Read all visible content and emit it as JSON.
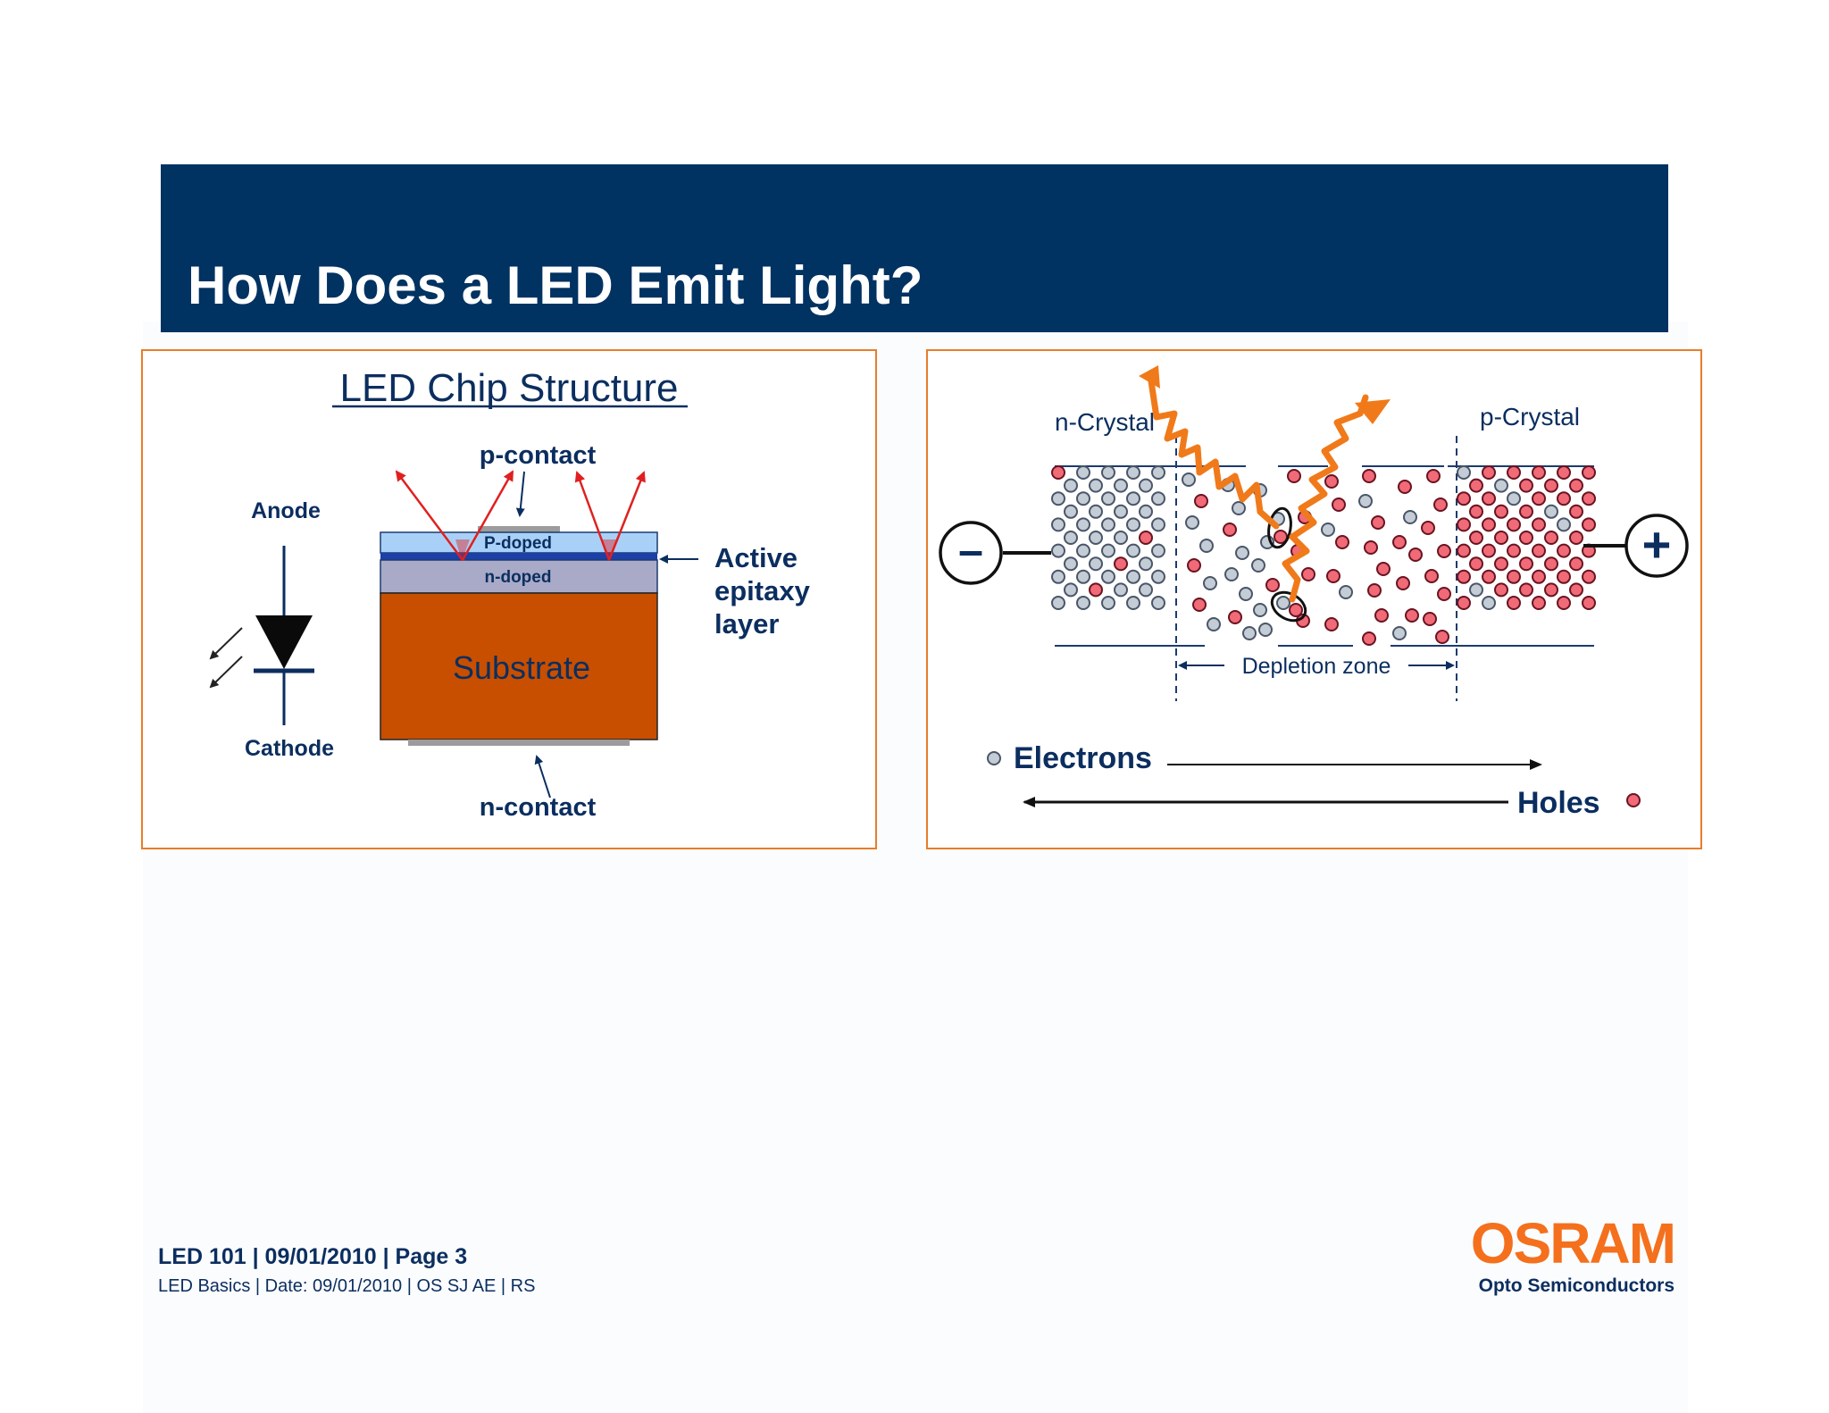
{
  "slide": {
    "title": "How Does a LED Emit Light?"
  },
  "left_panel": {
    "heading": "LED Chip Structure",
    "p_contact": "p-contact",
    "n_contact": "n-contact",
    "anode": "Anode",
    "cathode": "Cathode",
    "p_doped": "P-doped",
    "n_doped": "n-doped",
    "substrate": "Substrate",
    "active_layer_lines": [
      "Active",
      "epitaxy",
      "layer"
    ]
  },
  "right_panel": {
    "n_crystal": "n-Crystal",
    "p_crystal": "p-Crystal",
    "depletion_zone": "Depletion zone",
    "minus_symbol": "–",
    "plus_symbol": "+",
    "electrons_label": "Electrons",
    "holes_label": "Holes"
  },
  "footer": {
    "line1": "LED 101  |  09/01/2010 |  Page 3",
    "line2": "LED Basics | Date: 09/01/2010 | OS SJ AE | RS"
  },
  "brand": {
    "name": "OSRAM",
    "subtitle": "Opto Semiconductors"
  },
  "colors": {
    "title_bar": "#003262",
    "panel_border": "#e87d2a",
    "navy": "#0b2e5f",
    "substrate": "#c84e00",
    "p_doped": "#a9d1f7",
    "n_doped": "#a9aac7",
    "active": "#1c3fa8",
    "light_ray": "#f07a1a",
    "emission": "#e02020",
    "electron": "#c4ccd6",
    "hole": "#f06a78",
    "brand": "#f4701d"
  }
}
